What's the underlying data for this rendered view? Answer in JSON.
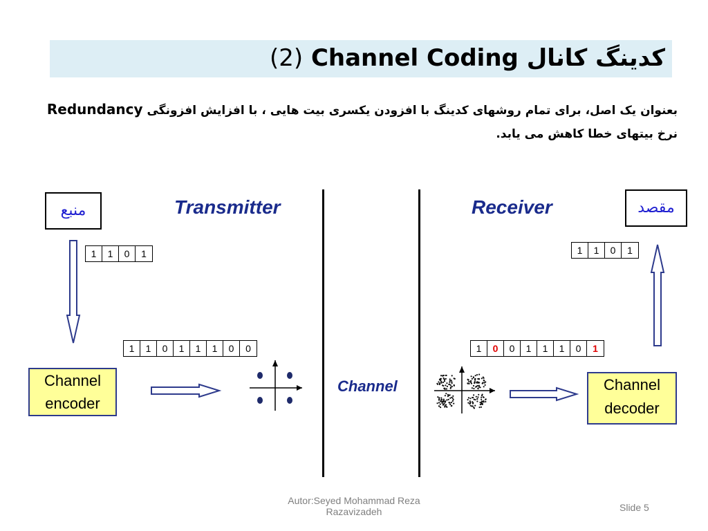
{
  "title": {
    "prefix": "(2)",
    "english": "Channel Coding",
    "persian": "کدینگ کانال"
  },
  "body": {
    "line1_persian": "بعنوان یک اصل، برای تمام روشهای کدینگ با افزودن یکسری بیت هایی ، با افزایش افزونگی",
    "line1_english": "Redundancy",
    "line2": "نرخ بیتهای خطا کاهش می یابد."
  },
  "diagram": {
    "source_label": "منبع",
    "destination_label": "مقصد",
    "transmitter_label": "Transmitter",
    "receiver_label": "Receiver",
    "channel_label": "Channel",
    "encoder_label": [
      "Channel",
      "encoder"
    ],
    "decoder_label": [
      "Channel",
      "decoder"
    ],
    "source_bits": [
      "1",
      "1",
      "0",
      "1"
    ],
    "encoded_bits": [
      "1",
      "1",
      "0",
      "1",
      "1",
      "1",
      "0",
      "0"
    ],
    "received_bits": [
      "1",
      "0",
      "0",
      "1",
      "1",
      "1",
      "0",
      "1"
    ],
    "received_error_positions": [
      1,
      7
    ],
    "decoded_bits": [
      "1",
      "1",
      "0",
      "1"
    ],
    "colors": {
      "arrow": "#2d3a8c",
      "error_bit": "#e00000",
      "heading": "#1a2b8c",
      "box_fill": "#ffff99",
      "title_bg": "#ddeef5"
    }
  },
  "footer": {
    "author_line1": "Autor:Seyed Mohammad Reza",
    "author_line2": "Razavizadeh",
    "slide": "Slide 5"
  }
}
